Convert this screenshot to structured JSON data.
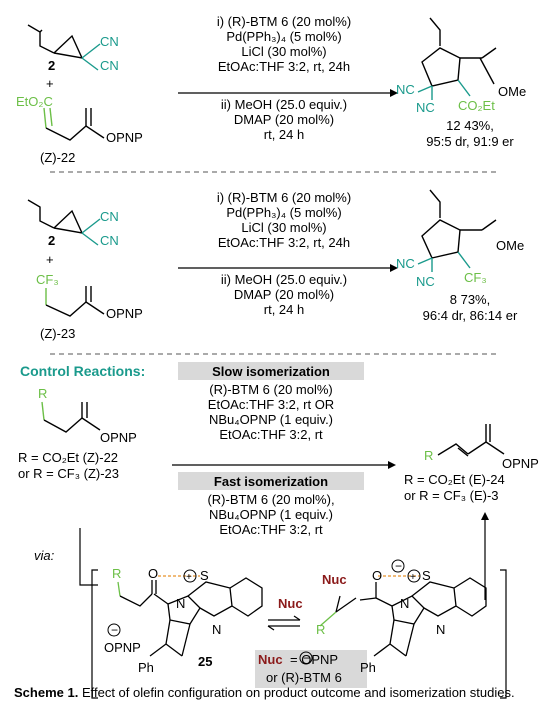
{
  "panel1": {
    "reagent1_label": "2",
    "reagent2_ester": "EtO₂C",
    "reagent2_label": "(Z)-22",
    "conditions_i": [
      "i) (R)-BTM 6 (20 mol%)",
      "Pd(PPh₃)₄ (5 mol%)",
      "LiCl (30 mol%)",
      "EtOAc:THF 3:2, rt, 24h"
    ],
    "conditions_ii": [
      "ii) MeOH (25.0 equiv.)",
      "DMAP (20 mol%)",
      "rt, 24 h"
    ],
    "product_substituent": "CO₂Et",
    "product_line1": "12 43%,",
    "product_line2": "95:5 dr, 91:9 er"
  },
  "panel2": {
    "reagent1_label": "2",
    "reagent2_substituent": "CF₃",
    "reagent2_label": "(Z)-23",
    "conditions_i": [
      "i) (R)-BTM 6 (20 mol%)",
      "Pd(PPh₃)₄ (5 mol%)",
      "LiCl (30 mol%)",
      "EtOAc:THF 3:2, rt, 24h"
    ],
    "conditions_ii": [
      "ii) MeOH (25.0 equiv.)",
      "DMAP (20 mol%)",
      "rt, 24 h"
    ],
    "product_substituent": "CF₃",
    "product_line1": "8 73%,",
    "product_line2": "96:4 dr, 86:14 er"
  },
  "common": {
    "cn": "CN",
    "nc": "NC",
    "ome": "OMe",
    "opnp": "OPNP",
    "plus": "+"
  },
  "control": {
    "heading": "Control Reactions:",
    "slow_title": "Slow isomerization",
    "slow_lines": [
      "(R)-BTM 6 (20 mol%)",
      "EtOAc:THF 3:2, rt OR",
      "NBu₄OPNP (1 equiv.)",
      "EtOAc:THF 3:2, rt"
    ],
    "fast_title": "Fast isomerization",
    "fast_lines": [
      "(R)-BTM 6 (20 mol%),",
      "NBu₄OPNP (1 equiv.)",
      "EtOAc:THF 3:2, rt"
    ],
    "start_r": "R",
    "start_desc": [
      "R = CO₂Et (Z)-22",
      "or R = CF₃ (Z)-23"
    ],
    "product_r": "R",
    "product_desc": [
      "R = CO₂Et (E)-24",
      "or R = CF₃ (E)-3"
    ],
    "via": "via:",
    "intermediate_label": "25",
    "nuc": "Nuc",
    "nuc_def_1": "= OPNP",
    "nuc_def_2": "or (R)-BTM 6",
    "ph": "Ph",
    "atoms": {
      "o": "O",
      "s": "S",
      "n": "N",
      "r": "R"
    }
  },
  "caption": {
    "bold": "Scheme 1.",
    "text": " Effect of olefin configuration on product outcome and isomerization studies."
  },
  "colors": {
    "teal": "#1a9a8c",
    "green": "#6cbf47",
    "red": "#8b1a1a",
    "orange": "#e8922a",
    "gray": "#d9d9d9"
  }
}
